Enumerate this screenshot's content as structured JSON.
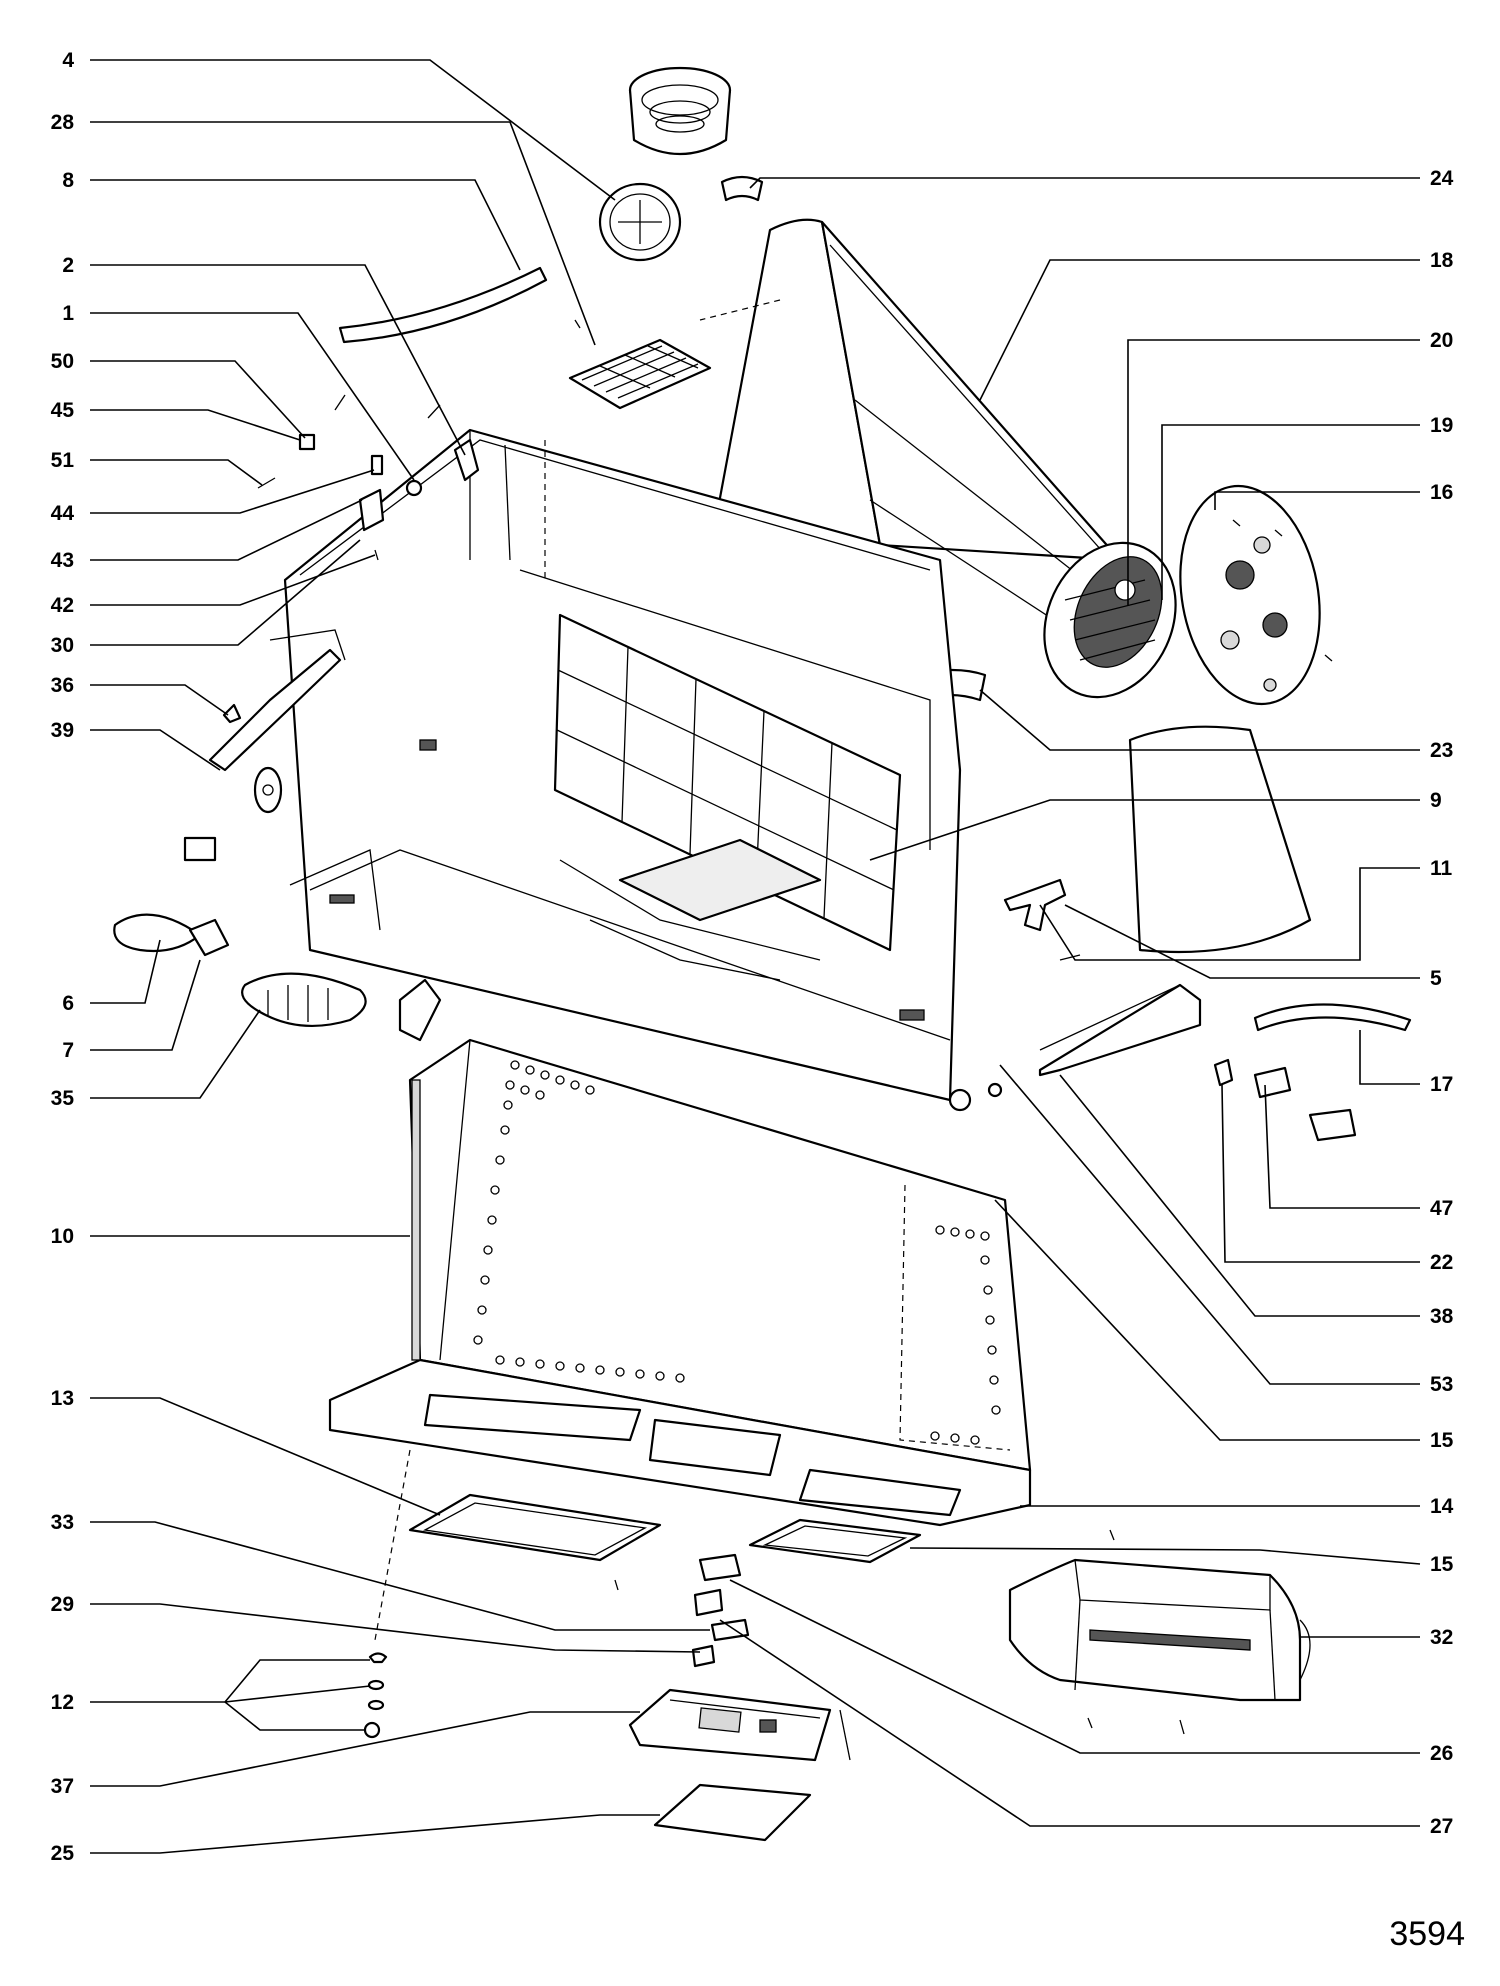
{
  "drawing_code": "3594",
  "callouts": {
    "c4": "4",
    "c28": "28",
    "c8": "8",
    "c2": "2",
    "c1": "1",
    "c50": "50",
    "c45": "45",
    "c51": "51",
    "c44": "44",
    "c43": "43",
    "c42": "42",
    "c30": "30",
    "c36": "36",
    "c39": "39",
    "c6": "6",
    "c7": "7",
    "c35": "35",
    "c10": "10",
    "c13": "13",
    "c33": "33",
    "c29": "29",
    "c12": "12",
    "c37": "37",
    "c25": "25",
    "c24": "24",
    "c18": "18",
    "c20": "20",
    "c19": "19",
    "c16": "16",
    "c23": "23",
    "c9": "9",
    "c11": "11",
    "c5": "5",
    "c17": "17",
    "c47": "47",
    "c22": "22",
    "c38": "38",
    "c53": "53",
    "c15a": "15",
    "c14": "14",
    "c15b": "15",
    "c32": "32",
    "c26": "26",
    "c27": "27"
  }
}
